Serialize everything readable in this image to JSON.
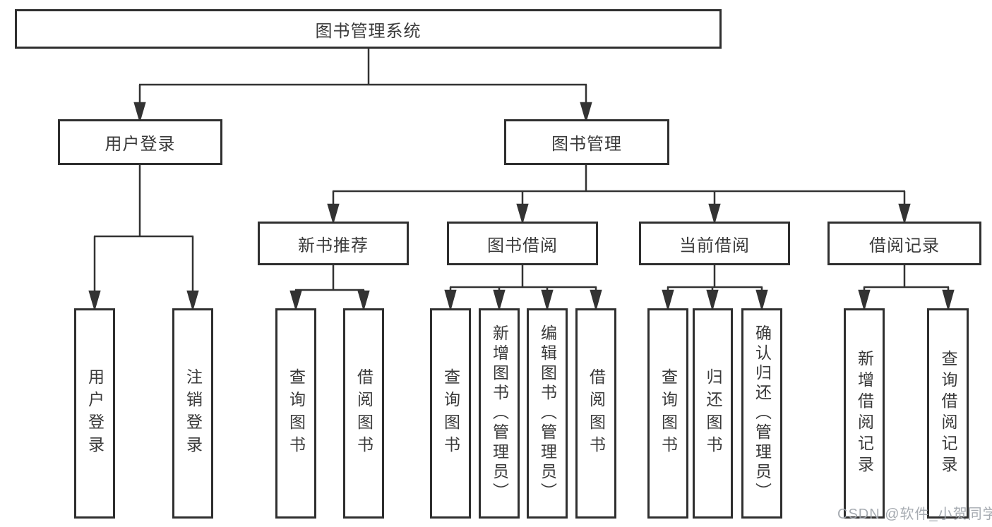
{
  "diagram": {
    "tree": {
      "root": {
        "label": "图书管理系统",
        "children": [
          {
            "label": "用户登录",
            "children": [
              {
                "label": "用户登录"
              },
              {
                "label": "注销登录"
              }
            ]
          },
          {
            "label": "图书管理",
            "children": [
              {
                "label": "新书推荐",
                "children": [
                  {
                    "label": "查询图书"
                  },
                  {
                    "label": "借阅图书"
                  }
                ]
              },
              {
                "label": "图书借阅",
                "children": [
                  {
                    "label": "查询图书"
                  },
                  {
                    "label": "新增图书（管理员）"
                  },
                  {
                    "label": "编辑图书（管理员）"
                  },
                  {
                    "label": "借阅图书"
                  }
                ]
              },
              {
                "label": "当前借阅",
                "children": [
                  {
                    "label": "查询图书"
                  },
                  {
                    "label": "归还图书"
                  },
                  {
                    "label": "确认归还（管理员）"
                  }
                ]
              },
              {
                "label": "借阅记录",
                "children": [
                  {
                    "label": "新增借阅记录"
                  },
                  {
                    "label": "查询借阅记录"
                  }
                ]
              }
            ]
          }
        ]
      }
    },
    "colors": {
      "line": "#333333",
      "box_border": "#2f2f2f",
      "text": "#3a3a3a",
      "background": "#ffffff",
      "watermark": "#9ea4aa"
    }
  },
  "watermark": {
    "text": "CSDN @软件_小贺同学"
  }
}
